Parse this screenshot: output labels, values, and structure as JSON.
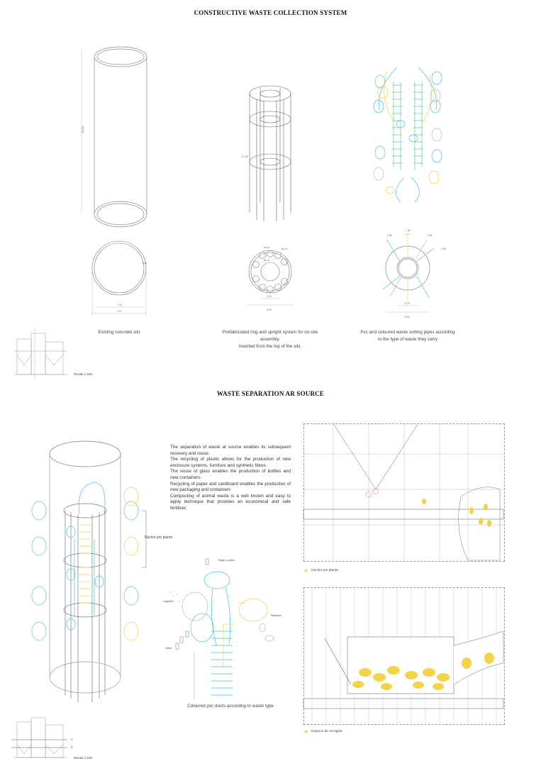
{
  "section1": {
    "title": "CONSTRUCTIVE WASTE COLLECTION SYSTEM",
    "dimensions": {
      "silo_height": "30.00",
      "ring_height": "17.90",
      "silo_inner": "7.10",
      "silo_outer": "7.97",
      "silo_wall": "0.40",
      "ring_inner": "3.15",
      "ring_outer": "6.00",
      "ring_hole_a": "Ø0.30",
      "ring_hole_b": "Ø0.30",
      "ring_hole_c": "Ø0.35",
      "pipe_inner": "3.15",
      "pipe_outer": "6.00",
      "pipe_a": "1.58",
      "pipe_b": "1.38",
      "pipe_c": "1.58",
      "pipe_d": "1.58"
    },
    "captions": {
      "silo": "Existing concrete silo",
      "ring_line1": "Prefabricated ring and upright system for on-site",
      "ring_line2": "assembly.",
      "ring_line3": "Inserted from the top of the silo.",
      "pipes_line1": "Pvc and coloured waste sorting pipes according",
      "pipes_line2": "to the type of waste they carry"
    },
    "scale": "Escala 1:150"
  },
  "section2": {
    "title": "WASTE SEPARATION AR SOURCE",
    "paragraph": [
      "The separation of waste at source enables its subsequent recovery and reuse.",
      "The recycling of plastic allows for the production of new enclosure systems, furniture and synthetic fibres.",
      "The reuse of glass enables the production of bottles and new containers.",
      "Recycling of paper and cardboard enables the production of new packaging and containers",
      "Composting of animal waste is a well known and easy to apply technique that provides an economical and safe fertiliser."
    ],
    "core_label": "Núcleo por planta",
    "duct_labels": {
      "paper": "Papel y cartón",
      "organic": "Orgánico",
      "plastic": "Plásticos",
      "glass": "Vidrio"
    },
    "duct_caption": "Coloured pvc ducts according to waste type",
    "legend1": "Núcleo por planta",
    "legend2": "Espacio de recogida",
    "level1": "1",
    "level2": "2",
    "scale": "Escala 1:150"
  },
  "colors": {
    "cyan": "#3fc4e0",
    "yellow": "#f2d34a",
    "green": "#5fcf9a",
    "grey": "#bbbbbb",
    "pink": "#e89aa0"
  }
}
